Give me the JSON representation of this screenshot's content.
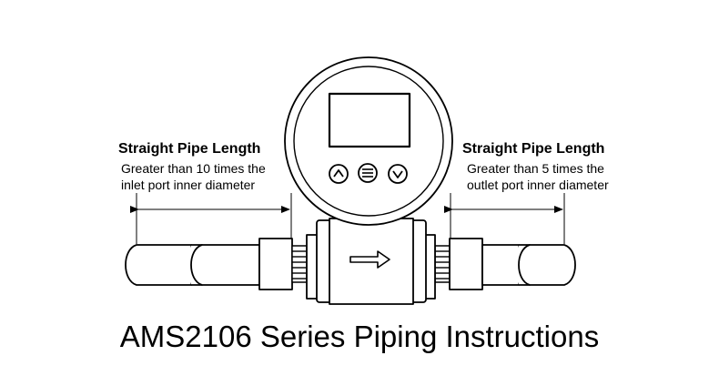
{
  "left_note": {
    "heading": "Straight Pipe Length",
    "line1": "Greater than 10 times the",
    "line2": "inlet port inner diameter"
  },
  "right_note": {
    "heading": "Straight Pipe Length",
    "line1": "Greater than 5 times the",
    "line2": "outlet port inner diameter"
  },
  "title": "AMS2106 Series Piping Instructions",
  "flow_direction": "left-to-right"
}
